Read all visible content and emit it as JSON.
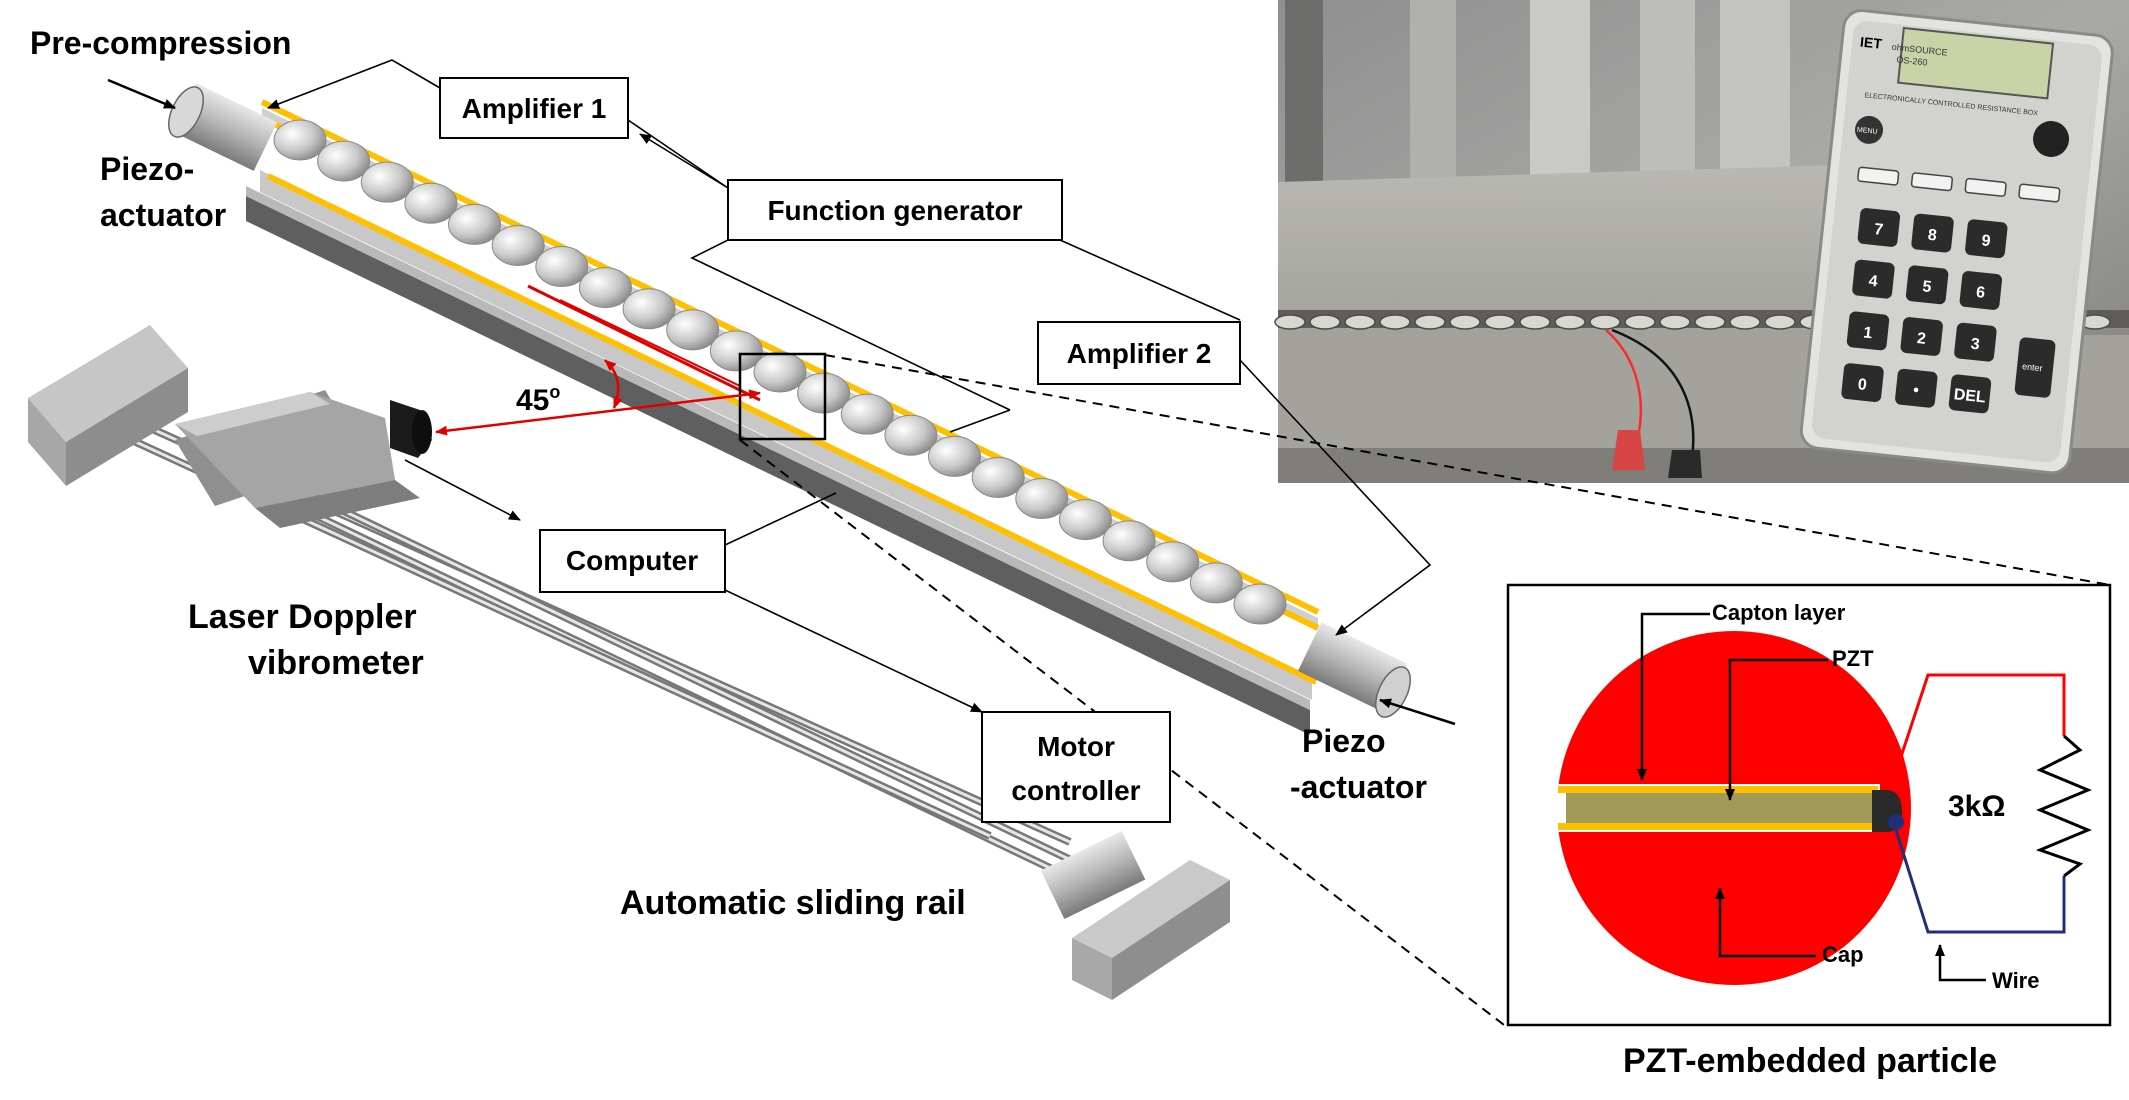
{
  "labels": {
    "pre_compression": "Pre-compression",
    "piezo_actuator_left_1": "Piezo-",
    "piezo_actuator_left_2": "actuator",
    "amplifier_1": "Amplifier 1",
    "function_generator": "Function generator",
    "amplifier_2": "Amplifier 2",
    "angle": "45",
    "angle_sup": "o",
    "computer": "Computer",
    "laser_doppler_1": "Laser Doppler",
    "laser_doppler_2": "vibrometer",
    "motor_controller_1": "Motor",
    "motor_controller_2": "controller",
    "sliding_rail": "Automatic sliding rail",
    "piezo_actuator_right_1": "Piezo",
    "piezo_actuator_right_2": "-actuator",
    "capton_layer": "Capton layer",
    "pzt": "PZT",
    "cap": "Cap",
    "resistance": "3kΩ",
    "wire": "Wire",
    "particle_caption": "PZT-embedded particle"
  },
  "photo": {
    "brand": "IET",
    "brand_sub": "ohmSOURCE",
    "model": "OS-260",
    "device_text_1": "ELECTRONICALLY CONTROLLED RESISTANCE BOX",
    "menu_key": "MENU",
    "enter_key": "enter",
    "keys": [
      "7",
      "8",
      "9",
      "4",
      "5",
      "6",
      "1",
      "2",
      "3",
      "0",
      "•",
      "DEL"
    ]
  },
  "colors": {
    "cap_red": "#ff0000",
    "pzt_olive": "#a39a5a",
    "capton_yellow": "#ffc000",
    "wire_red": "#ff0000",
    "wire_navy": "#1f2f7a",
    "laser_red": "#e00000",
    "metal_gray": "#a6a6a6"
  }
}
